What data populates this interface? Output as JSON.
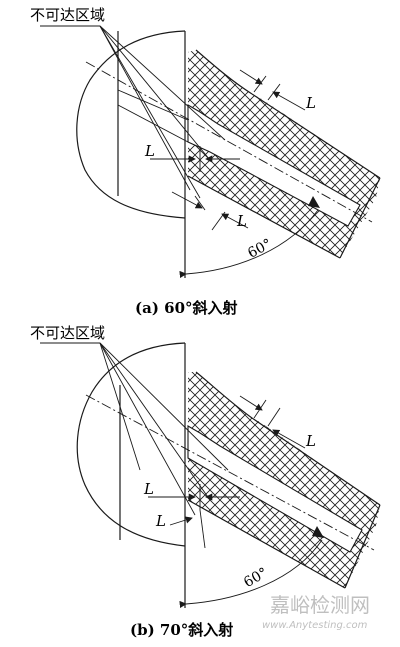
{
  "panels": [
    {
      "region_label": "不可达区域",
      "dim_label_top_right": "L",
      "dim_label_left": "L",
      "dim_label_bottom": "L",
      "angle_label": "60°",
      "caption": "(a) 60°斜入射"
    },
    {
      "region_label": "不可达区域",
      "dim_label_top_right": "L",
      "dim_label_left": "L",
      "dim_label_bottom": "L",
      "angle_label": "60°",
      "caption": "(b) 70°斜入射"
    }
  ],
  "watermark": {
    "brand": "嘉峪检测网",
    "url": "www.Anytesting.com"
  }
}
